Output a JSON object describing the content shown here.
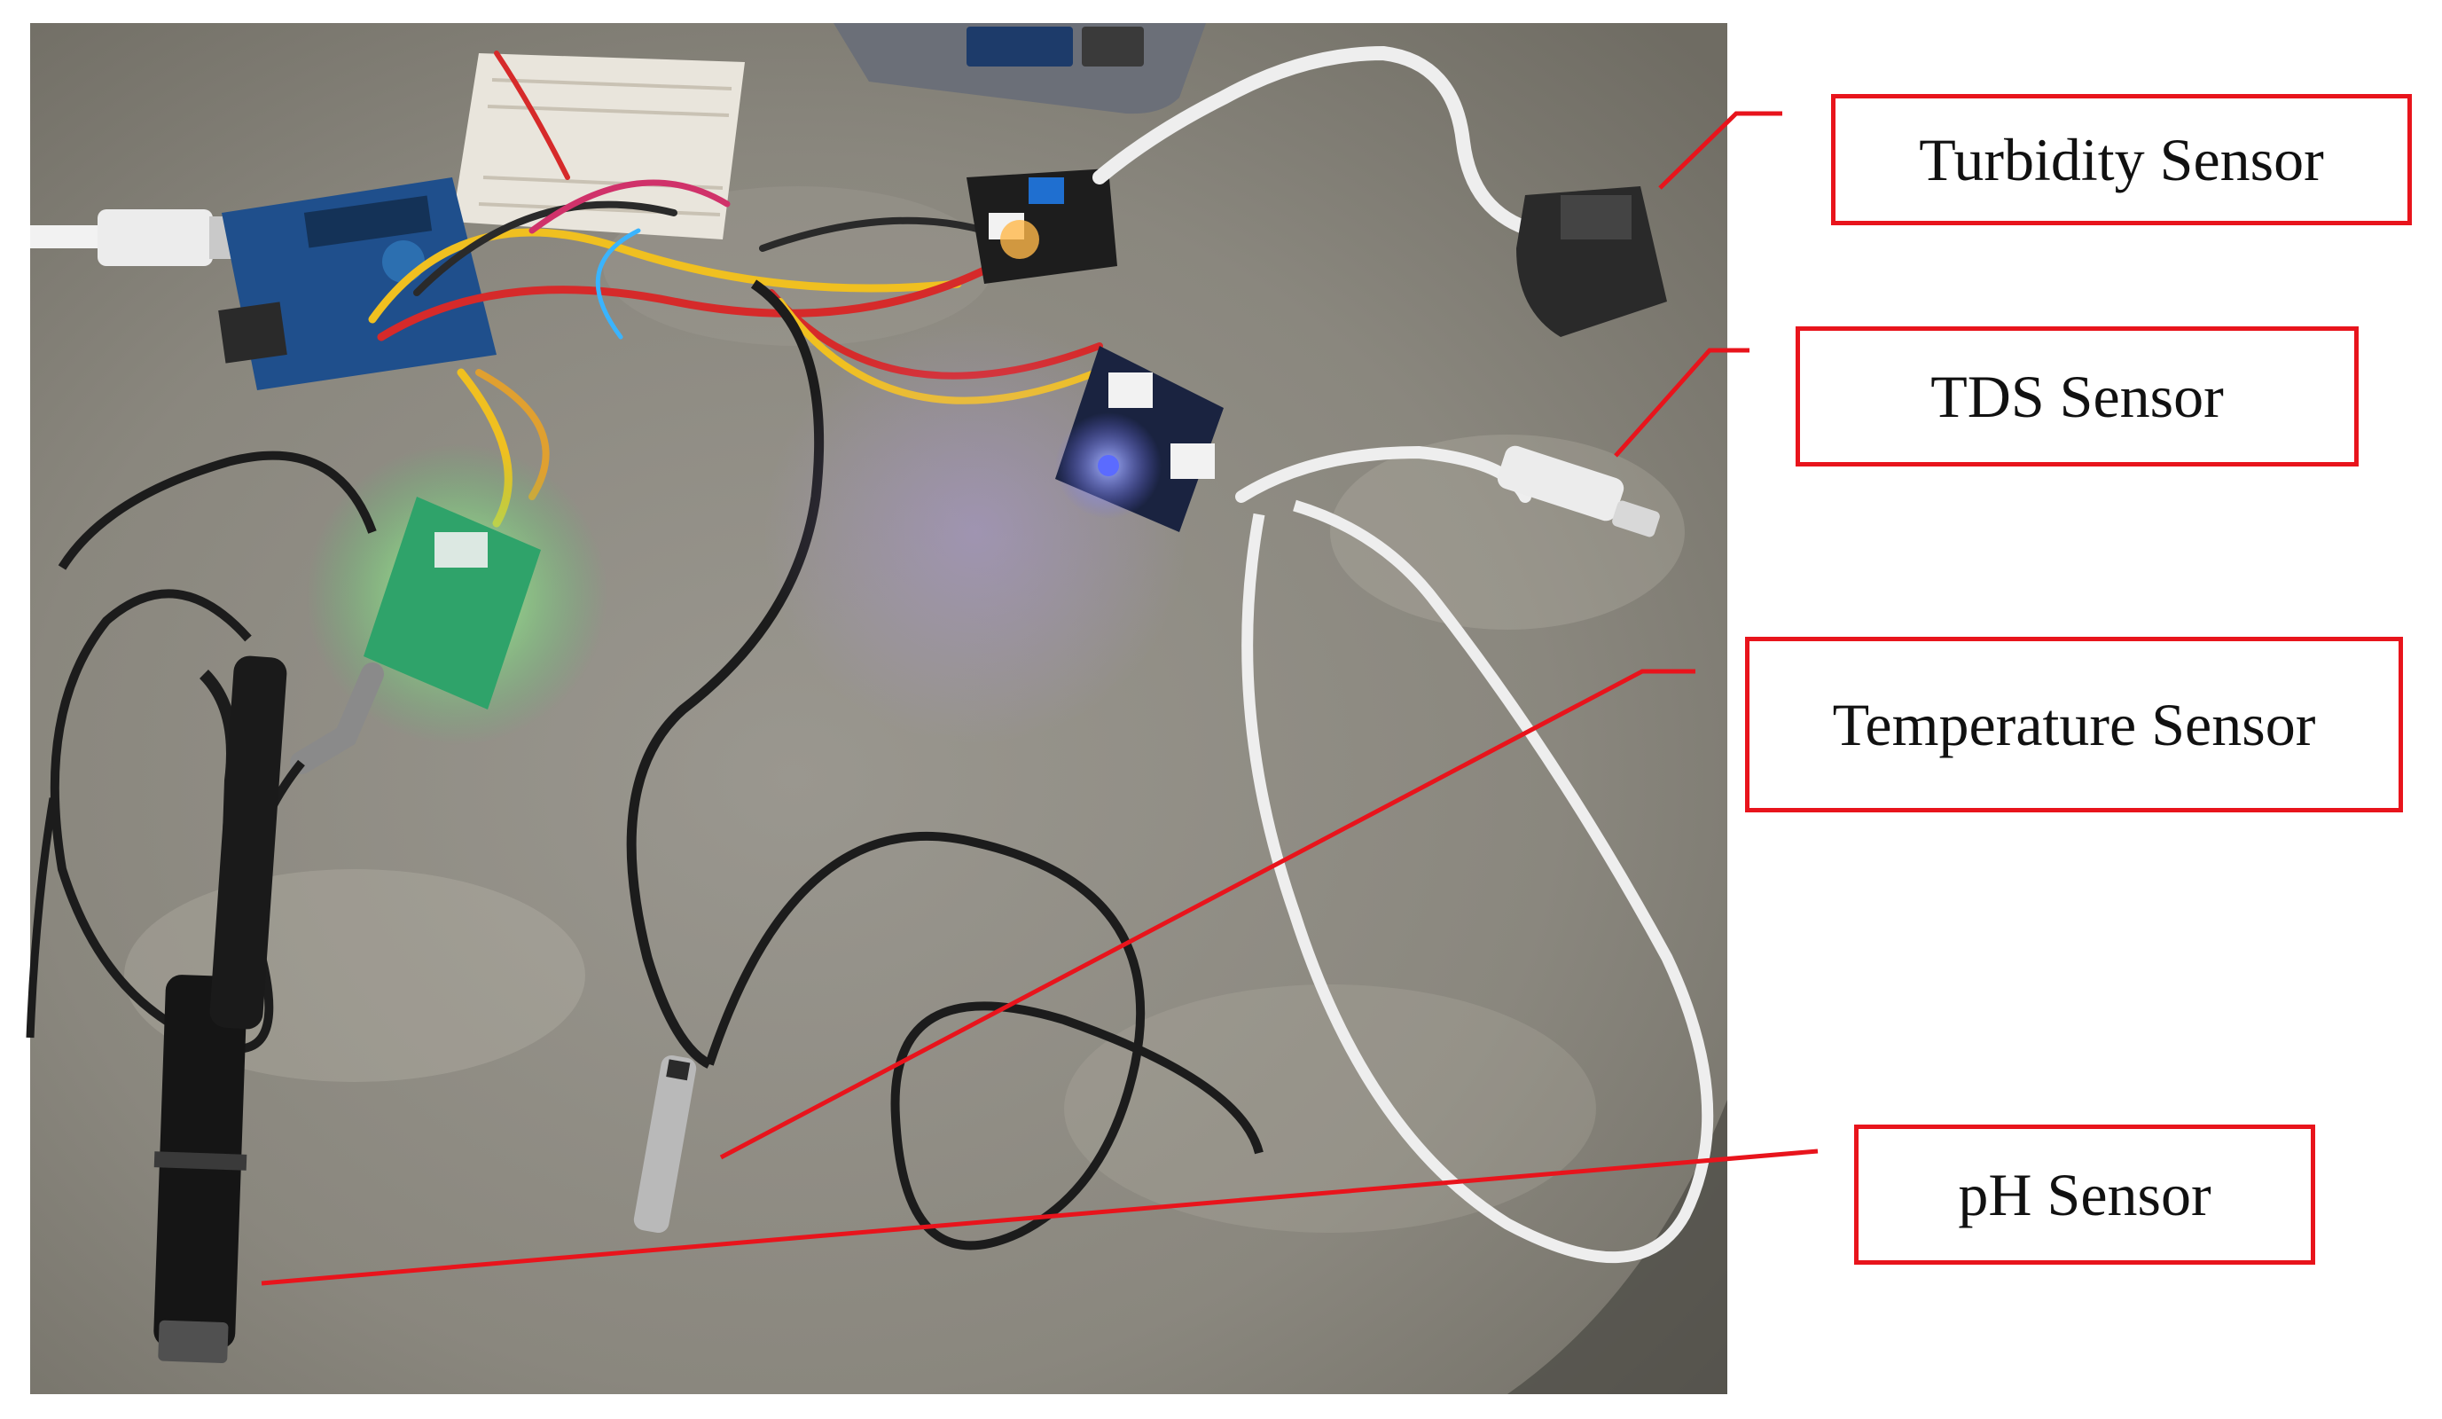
{
  "labels": {
    "turbidity": "Turbidity Sensor",
    "tds": "TDS Sensor",
    "temperature": "Temperature Sensor",
    "ph": "pH Sensor"
  },
  "colors": {
    "callout": "#e8141c",
    "surface": "#8d8a82",
    "cable_black": "#1c1c1c",
    "cable_white": "#eeeeee",
    "board_blue": "#1f4f8c",
    "module_green": "#2fa36a"
  }
}
